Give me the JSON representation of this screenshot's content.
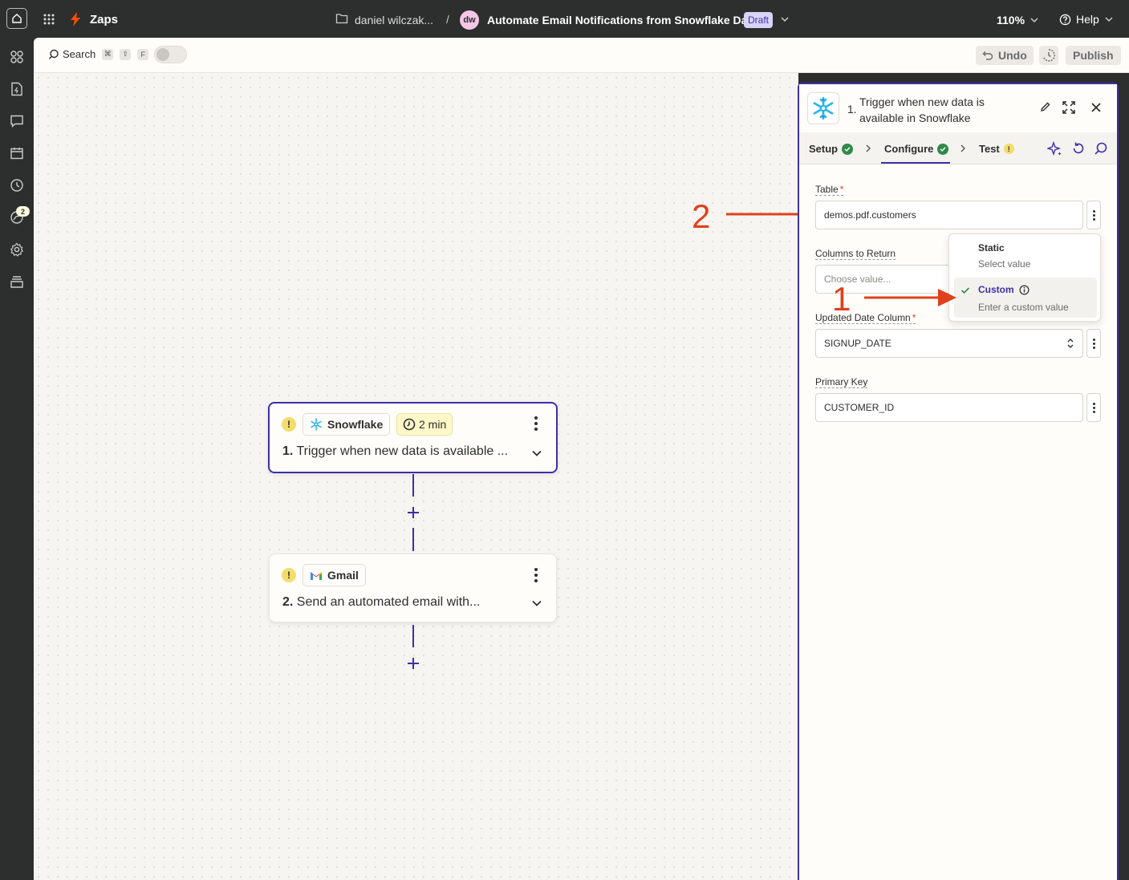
{
  "topbar": {
    "app_name": "Zaps",
    "folder_name": "daniel wilczak...",
    "separator": "/",
    "avatar_initials": "dw",
    "zap_title": "Automate Email Notifications from Snowflake Data",
    "status_badge": "Draft",
    "zoom": "110%",
    "help_label": "Help"
  },
  "sidebar": {
    "notification_count": "2"
  },
  "toolbar": {
    "search_label": "Search",
    "shortcut_keys": [
      "⌘",
      "⇧",
      "F"
    ],
    "undo_label": "Undo",
    "publish_label": "Publish"
  },
  "canvas": {
    "steps": [
      {
        "app": "Snowflake",
        "number": "1.",
        "title": "Trigger when new data is available ...",
        "poll_time": "2 min"
      },
      {
        "app": "Gmail",
        "number": "2.",
        "title": "Send an automated email with..."
      }
    ],
    "warning_mark": "!"
  },
  "annotations": {
    "arrow_1": "1",
    "arrow_2": "2"
  },
  "panel": {
    "step_number": "1.",
    "title": "Trigger when new data is available in Snowflake",
    "tabs": [
      {
        "label": "Setup",
        "status": "complete"
      },
      {
        "label": "Configure",
        "status": "complete"
      },
      {
        "label": "Test",
        "status": "warning"
      }
    ],
    "fields": {
      "table": {
        "label": "Table",
        "required": "*",
        "value": "demos.pdf.customers"
      },
      "columns": {
        "label": "Columns to Return",
        "placeholder": "Choose value..."
      },
      "updated_date": {
        "label": "Updated Date Column",
        "required": "*",
        "value": "SIGNUP_DATE"
      },
      "primary_key": {
        "label": "Primary Key",
        "value": "CUSTOMER_ID"
      }
    },
    "value_mode_menu": {
      "static_title": "Static",
      "static_sub": "Select value",
      "custom_title": "Custom",
      "custom_sub": "Enter a custom value"
    }
  },
  "colors": {
    "accent": "#3d2fa9",
    "zapier_orange": "#ff4f00",
    "annotation_red": "#e0401c",
    "success_green": "#2f8a4a",
    "warning_yellow": "#f3dc6b"
  }
}
